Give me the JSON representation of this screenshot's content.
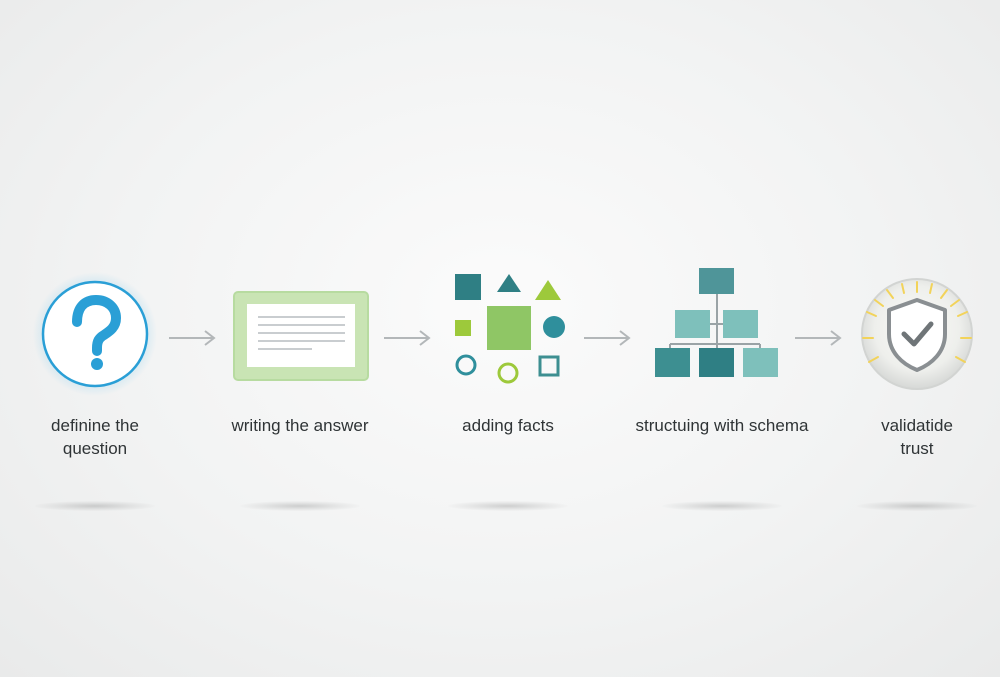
{
  "steps": [
    {
      "label": "definine the\nquestion",
      "icon": "question-mark-icon"
    },
    {
      "label": "writing the answer",
      "icon": "document-icon"
    },
    {
      "label": "adding facts",
      "icon": "shapes-icon"
    },
    {
      "label": "structuing with schema",
      "icon": "hierarchy-icon"
    },
    {
      "label": "validatide\ntrust",
      "icon": "shield-check-icon"
    }
  ],
  "colors": {
    "blue": "#2a9fd6",
    "green": "#8fc665",
    "green_light": "#c9e4b4",
    "lime": "#9dc93b",
    "teal_dark": "#2f7f84",
    "teal": "#3d8f91",
    "teal_light": "#7ec0bb",
    "gold": "#f2d35a",
    "gray": "#8a8f92",
    "arrow": "#b3b7b9"
  }
}
